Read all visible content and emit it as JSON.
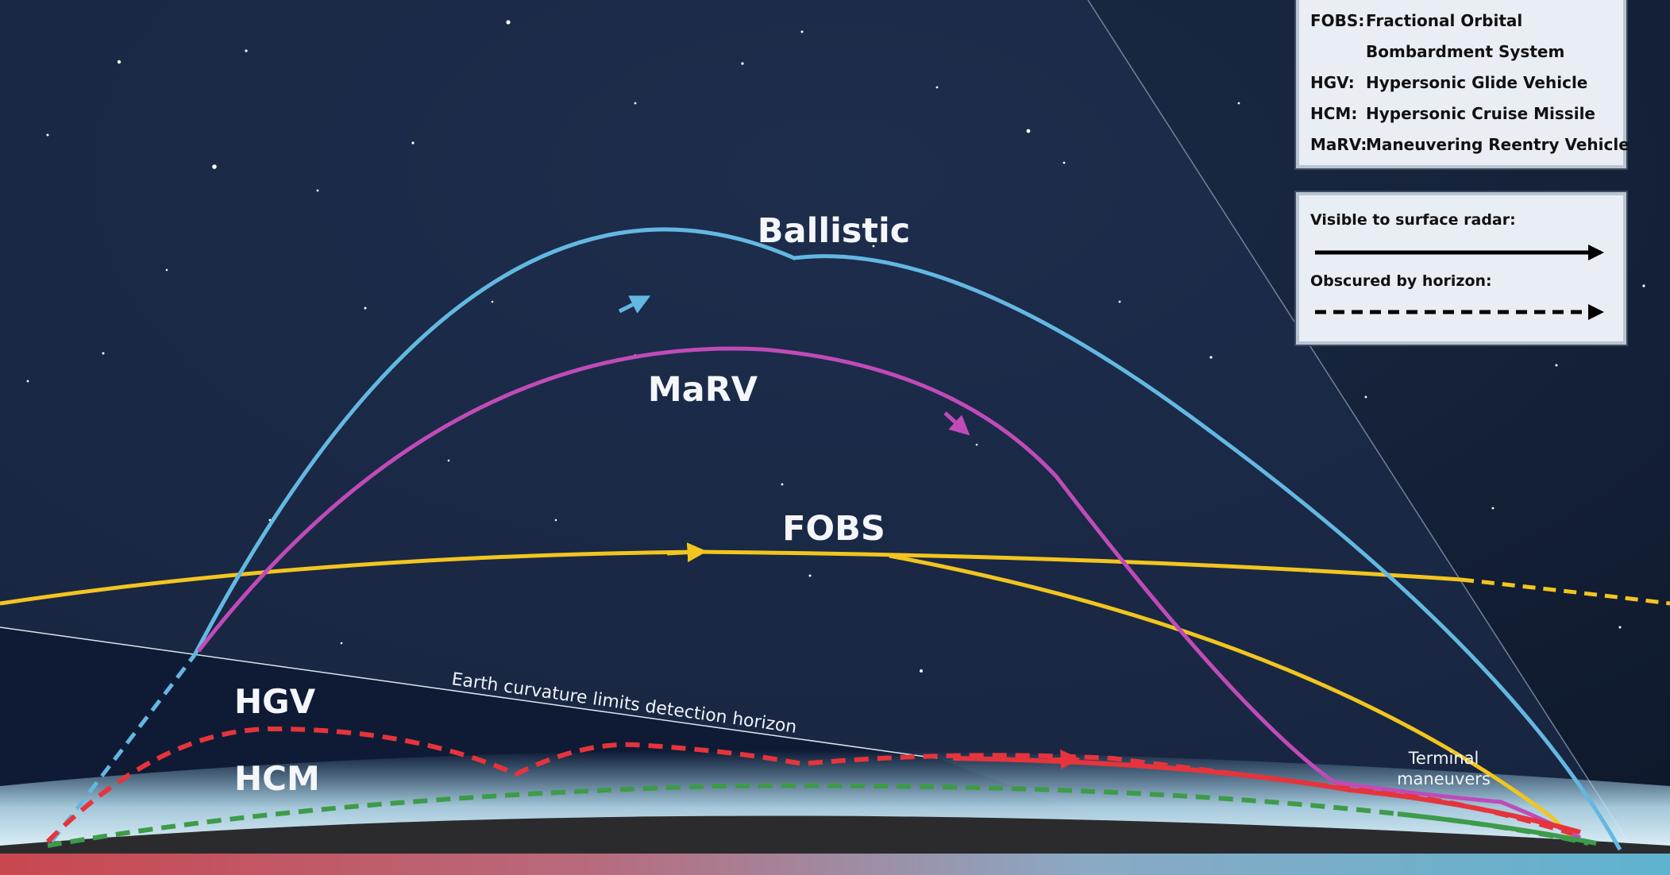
{
  "labels": {
    "ballistic": "Ballistic",
    "marv": "MaRV",
    "fobs": "FOBS",
    "hgv": "HGV",
    "hcm": "HCM",
    "horizon": "Earth curvature limits detection horizon",
    "terminal_line1": "Terminal",
    "terminal_line2": "maneuvers"
  },
  "legend_abbreviations": [
    {
      "key": "FOBS:",
      "value": "Fractional Orbital"
    },
    {
      "key": "",
      "value": "Bombardment System"
    },
    {
      "key": "HGV:",
      "value": "Hypersonic Glide Vehicle"
    },
    {
      "key": "HCM:",
      "value": "Hypersonic Cruise Missile"
    },
    {
      "key": "MaRV:",
      "value": "Maneuvering Reentry Vehicle"
    }
  ],
  "legend_radar": {
    "visible": "Visible to surface radar:",
    "obscured": "Obscured by horizon:"
  },
  "colors": {
    "ballistic": "#63b8e2",
    "marv": "#c04bb8",
    "fobs": "#f2c51f",
    "hgv": "#e6343c",
    "hcm": "#3e9b49",
    "sky": "#15233d",
    "earth": "#2b2b2e"
  }
}
